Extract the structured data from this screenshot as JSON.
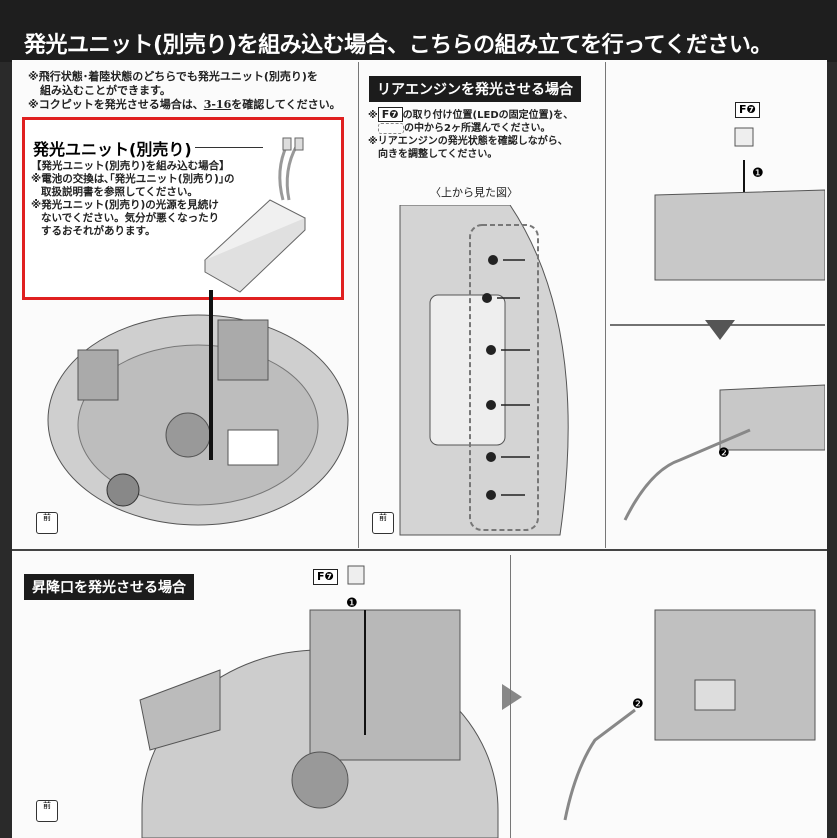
{
  "title": "発光ユニット(別売り)を組み込む場合、こちらの組み立てを行ってください。",
  "notes": {
    "line1": "※飛行状態･着陸状態のどちらでも発光ユニット(別売り)を",
    "line2": "組み込むことができます。",
    "line3_a": "※コクピットを発光させる場合は、",
    "line3_ref": "3-16",
    "line3_b": "を確認してください。"
  },
  "unit_box": {
    "heading": "発光ユニット(別売り)",
    "subheading": "【発光ユニット(別売り)を組み込む場合】",
    "lines": [
      "※電池の交換は､｢発光ユニット(別売り)｣の",
      "取扱説明書を参照してください。",
      "※発光ユニット(別売り)の光源を見続け",
      "ないでください。気分が悪くなったり",
      "するおそれがあります。"
    ]
  },
  "rear_engine": {
    "heading": "リアエンジンを発光させる場合",
    "part": "F❼",
    "line1": "の取り付け位置(LEDの固定位置)を、",
    "line2": "の中から2ヶ所選んでください。",
    "line3": "※リアエンジンの発光状態を確認しながら、",
    "line4": "向きを調整してください。",
    "view_label": "〈上から見た図〉"
  },
  "right_steps": {
    "part": "F❼",
    "step1": "❶",
    "step2": "❷"
  },
  "ramp": {
    "heading": "昇降口を発光させる場合",
    "part": "F❼",
    "step1": "❶",
    "step2": "❷"
  },
  "front_label": "前",
  "colors": {
    "accent_red": "#e02020",
    "header_bg": "#1c1c1c"
  }
}
